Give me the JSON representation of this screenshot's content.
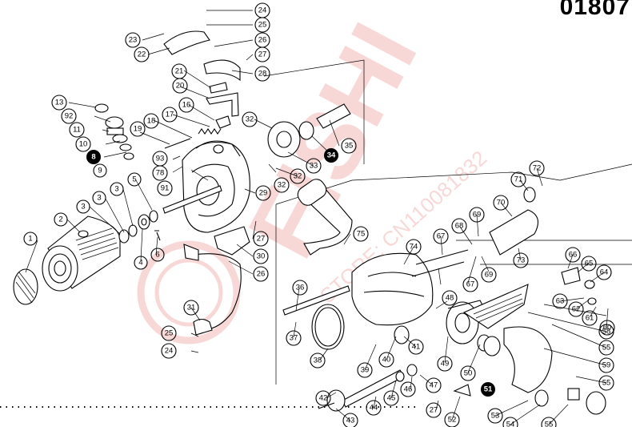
{
  "diagram_code": "01807",
  "watermark": {
    "brand": "FISHI",
    "store_line": "STORE: CN110081832",
    "color": "#e04848"
  },
  "callouts": [
    {
      "id": "c1",
      "label": "1"
    },
    {
      "id": "c2",
      "label": "2"
    },
    {
      "id": "c3a",
      "label": "3"
    },
    {
      "id": "c3b",
      "label": "3"
    },
    {
      "id": "c3c",
      "label": "3"
    },
    {
      "id": "c4",
      "label": "4"
    },
    {
      "id": "c5",
      "label": "5"
    },
    {
      "id": "c6",
      "label": "6"
    },
    {
      "id": "c8",
      "label": "8",
      "filled": true
    },
    {
      "id": "c9",
      "label": "9"
    },
    {
      "id": "c10",
      "label": "10"
    },
    {
      "id": "c11",
      "label": "11"
    },
    {
      "id": "c13",
      "label": "13"
    },
    {
      "id": "c16",
      "label": "16"
    },
    {
      "id": "c17",
      "label": "17"
    },
    {
      "id": "c18",
      "label": "18"
    },
    {
      "id": "c19",
      "label": "19"
    },
    {
      "id": "c20",
      "label": "20"
    },
    {
      "id": "c21",
      "label": "21"
    },
    {
      "id": "c22",
      "label": "22"
    },
    {
      "id": "c23",
      "label": "23"
    },
    {
      "id": "c24a",
      "label": "24"
    },
    {
      "id": "c24b",
      "label": "24"
    },
    {
      "id": "c25a",
      "label": "25"
    },
    {
      "id": "c25b",
      "label": "25"
    },
    {
      "id": "c26a",
      "label": "26"
    },
    {
      "id": "c26b",
      "label": "26"
    },
    {
      "id": "c27a",
      "label": "27"
    },
    {
      "id": "c27b",
      "label": "27"
    },
    {
      "id": "c27c",
      "label": "27"
    },
    {
      "id": "c28",
      "label": "28"
    },
    {
      "id": "c29",
      "label": "29"
    },
    {
      "id": "c30",
      "label": "30"
    },
    {
      "id": "c31",
      "label": "31"
    },
    {
      "id": "c32a",
      "label": "32"
    },
    {
      "id": "c32b",
      "label": "32"
    },
    {
      "id": "c32c",
      "label": "32"
    },
    {
      "id": "c33",
      "label": "33"
    },
    {
      "id": "c34",
      "label": "34",
      "filled": true
    },
    {
      "id": "c35",
      "label": "35"
    },
    {
      "id": "c36",
      "label": "36"
    },
    {
      "id": "c37",
      "label": "37"
    },
    {
      "id": "c38",
      "label": "38"
    },
    {
      "id": "c39",
      "label": "39"
    },
    {
      "id": "c40",
      "label": "40"
    },
    {
      "id": "c41",
      "label": "41"
    },
    {
      "id": "c42",
      "label": "42"
    },
    {
      "id": "c43",
      "label": "43"
    },
    {
      "id": "c44",
      "label": "44"
    },
    {
      "id": "c45",
      "label": "45"
    },
    {
      "id": "c46",
      "label": "46"
    },
    {
      "id": "c47",
      "label": "47"
    },
    {
      "id": "c48",
      "label": "48"
    },
    {
      "id": "c49",
      "label": "49"
    },
    {
      "id": "c50",
      "label": "50"
    },
    {
      "id": "c51",
      "label": "51",
      "filled": true
    },
    {
      "id": "c52",
      "label": "52"
    },
    {
      "id": "c53",
      "label": "53"
    },
    {
      "id": "c54",
      "label": "54"
    },
    {
      "id": "c55a",
      "label": "55"
    },
    {
      "id": "c55b",
      "label": "55"
    },
    {
      "id": "c55c",
      "label": "55"
    },
    {
      "id": "c58",
      "label": "58"
    },
    {
      "id": "c59",
      "label": "59"
    },
    {
      "id": "c60",
      "label": "60"
    },
    {
      "id": "c61",
      "label": "61"
    },
    {
      "id": "c62",
      "label": "62"
    },
    {
      "id": "c63",
      "label": "63"
    },
    {
      "id": "c64",
      "label": "64"
    },
    {
      "id": "c65",
      "label": "65"
    },
    {
      "id": "c66",
      "label": "66"
    },
    {
      "id": "c67a",
      "label": "67"
    },
    {
      "id": "c67b",
      "label": "67"
    },
    {
      "id": "c68",
      "label": "68"
    },
    {
      "id": "c69a",
      "label": "69"
    },
    {
      "id": "c69b",
      "label": "69"
    },
    {
      "id": "c70",
      "label": "70"
    },
    {
      "id": "c71",
      "label": "71"
    },
    {
      "id": "c72",
      "label": "72"
    },
    {
      "id": "c73",
      "label": "73"
    },
    {
      "id": "c74",
      "label": "74"
    },
    {
      "id": "c75",
      "label": "75"
    },
    {
      "id": "c78",
      "label": "78"
    },
    {
      "id": "c91",
      "label": "91"
    },
    {
      "id": "c92",
      "label": "92"
    },
    {
      "id": "c93",
      "label": "93"
    }
  ]
}
